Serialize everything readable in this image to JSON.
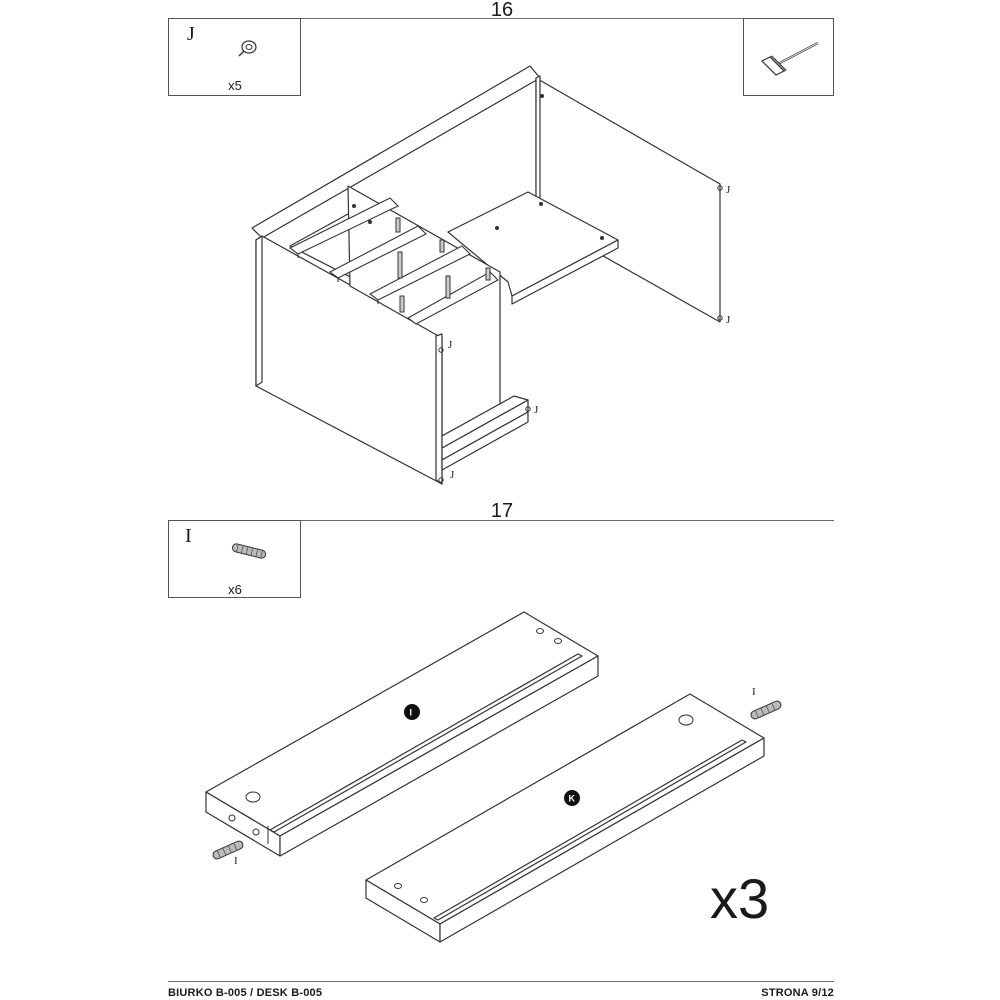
{
  "steps": [
    {
      "number": "16",
      "part_box": {
        "letter": "J",
        "quantity": "x5",
        "icon": "cam-bolt-icon"
      },
      "tool_box": {
        "icon": "hammer-icon"
      },
      "callout_label": "J"
    },
    {
      "number": "17",
      "part_box": {
        "letter": "I",
        "quantity": "x6",
        "icon": "wooden-dowel-icon"
      },
      "panel_labels": [
        "I",
        "K"
      ],
      "dowel_label": "I",
      "multiplier": "x3"
    }
  ],
  "footer": {
    "left": "BIURKO B-005 / DESK B-005",
    "right": "STRONA 9/12"
  }
}
